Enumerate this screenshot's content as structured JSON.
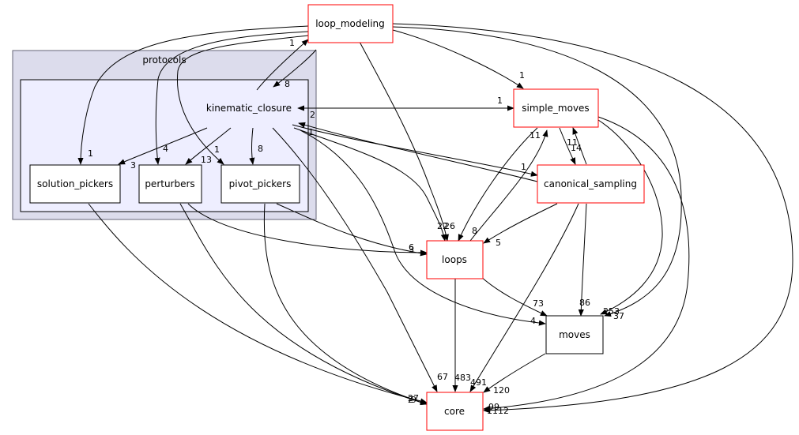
{
  "clusters": {
    "outer": {
      "label": "protocols",
      "fill": "#dcdcec",
      "stroke": "#666677"
    },
    "inner": {
      "fill": "#eeeeff",
      "stroke": "#000000"
    }
  },
  "nodes": {
    "kinematic_closure": "kinematic_closure",
    "solution_pickers": "solution_pickers",
    "perturbers": "perturbers",
    "pivot_pickers": "pivot_pickers",
    "loop_modeling": "loop_modeling",
    "simple_moves": "simple_moves",
    "canonical_sampling": "canonical_sampling",
    "loops": "loops",
    "moves": "moves",
    "core": "core"
  },
  "edge_labels": {
    "lm_kc": "1",
    "kc_lm": "8",
    "lm_solpick": "1",
    "lm_pert": "4",
    "lm_pivot": "13",
    "lm_simple": "1",
    "lm_loops": "22",
    "lm_moves": "37",
    "lm_core": "1112",
    "kc_simple": "1",
    "simple_kc": "2",
    "kc_solpick": "3",
    "kc_pert": "1",
    "kc_pivot": "8",
    "kc_canon": "1",
    "canon_kc": "1",
    "kc_loops": "26",
    "kc_moves": "4",
    "kc_core": "67",
    "solpick_core": "27",
    "pert_loops": "6",
    "pert_core": "2",
    "pivot_loops": "3",
    "pivot_core": "9",
    "simple_loops": "8",
    "loops_simple": "11",
    "simple_canon": "14",
    "canon_simple": "11",
    "simple_moves_e": "253",
    "simple_core": "99",
    "canon_loops": "5",
    "canon_moves": "86",
    "canon_core": "491",
    "loops_moves": "73",
    "loops_core": "483",
    "moves_core": "120"
  },
  "colors": {
    "red_node_border": "#ff0000",
    "black_node_border": "#000000",
    "edge": "#000000"
  }
}
